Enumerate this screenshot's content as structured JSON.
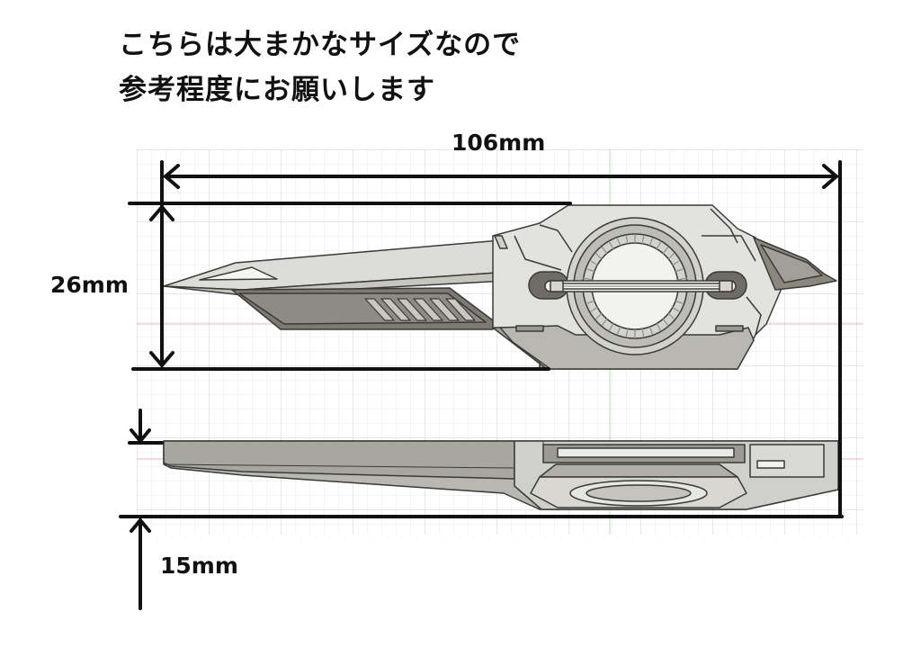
{
  "notes": {
    "line1": "こちらは大まかなサイズなので",
    "line2": "参考程度にお願いします"
  },
  "dimensions": {
    "width": {
      "label": "106mm",
      "value": 106,
      "unit": "mm"
    },
    "height": {
      "label": "26mm",
      "value": 26,
      "unit": "mm"
    },
    "depth": {
      "label": "15mm",
      "value": 15,
      "unit": "mm"
    }
  },
  "colors": {
    "grid_minor": "#e6e9ee",
    "grid_major": "#c9ced6",
    "axis_red": "#e9b7b7",
    "axis_green": "#b9e0b0",
    "body_light": "#d9d9d6",
    "body_mid": "#b9b8b3",
    "body_dark": "#7d7a73",
    "outline": "#3a3a36",
    "dimension_line": "#111111"
  }
}
